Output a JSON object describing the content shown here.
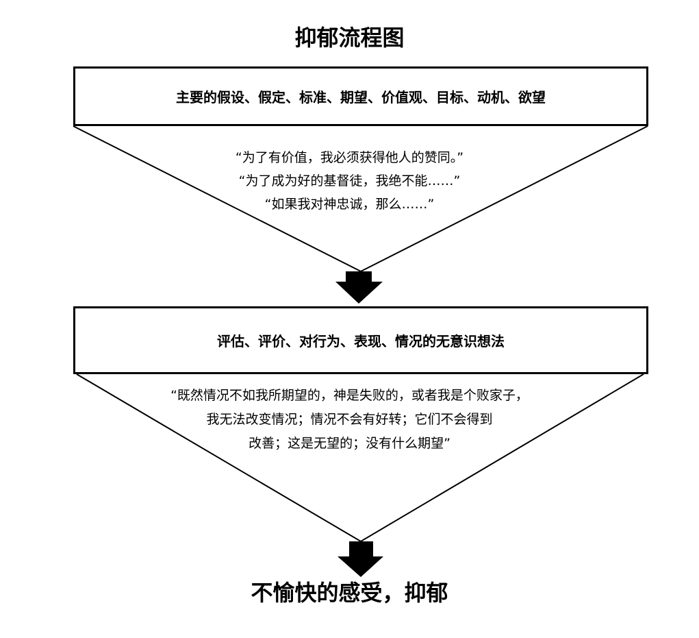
{
  "title": "抑郁流程图",
  "box1": {
    "text": "主要的假设、假定、标准、期望、价值观、目标、动机、欲望"
  },
  "quotes1": [
    "“为了有价值，我必须获得他人的赞同。”",
    "“为了成为好的基督徒，我绝不能……”",
    "“如果我对神忠诚，那么……”"
  ],
  "box2": {
    "text": "评估、评价、对行为、表现、情况的无意识想法"
  },
  "quotes2": [
    "“既然情况不如我所期望的，神是失败的，或者我是个败家子，",
    "我无法改变情况；情况不会有好转；它们不会得到",
    "改善；这是无望的；没有什么期望”"
  ],
  "final": "不愉快的感受，抑郁"
}
